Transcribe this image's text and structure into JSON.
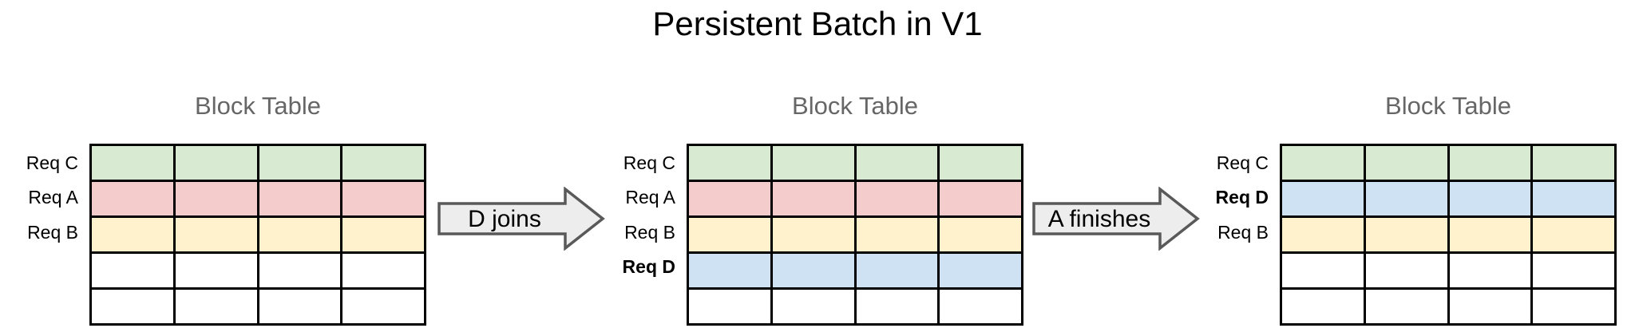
{
  "title": "Persistent Batch in V1",
  "colors": {
    "req_green": "#d9ead3",
    "req_red": "#f4cccc",
    "req_yellow": "#fff2cc",
    "req_blue": "#cfe2f3",
    "empty_cell": "#ffffff",
    "cell_border": "#000000",
    "table_heading_text": "#666666",
    "label_text": "#000000",
    "arrow_fill": "#ededed",
    "arrow_border": "#595959"
  },
  "tables": [
    {
      "title": "Block Table",
      "columns": 4,
      "rows": [
        {
          "label": "Req C",
          "bold": false,
          "color": "req_green"
        },
        {
          "label": "Req A",
          "bold": false,
          "color": "req_red"
        },
        {
          "label": "Req B",
          "bold": false,
          "color": "req_yellow"
        },
        {
          "label": "",
          "bold": false,
          "color": "empty_cell"
        },
        {
          "label": "",
          "bold": false,
          "color": "empty_cell"
        }
      ]
    },
    {
      "title": "Block Table",
      "columns": 4,
      "rows": [
        {
          "label": "Req C",
          "bold": false,
          "color": "req_green"
        },
        {
          "label": "Req A",
          "bold": false,
          "color": "req_red"
        },
        {
          "label": "Req B",
          "bold": false,
          "color": "req_yellow"
        },
        {
          "label": "Req D",
          "bold": true,
          "color": "req_blue"
        },
        {
          "label": "",
          "bold": false,
          "color": "empty_cell"
        }
      ]
    },
    {
      "title": "Block Table",
      "columns": 4,
      "rows": [
        {
          "label": "Req C",
          "bold": false,
          "color": "req_green"
        },
        {
          "label": "Req D",
          "bold": true,
          "color": "req_blue"
        },
        {
          "label": "Req B",
          "bold": false,
          "color": "req_yellow"
        },
        {
          "label": "",
          "bold": false,
          "color": "empty_cell"
        },
        {
          "label": "",
          "bold": false,
          "color": "empty_cell"
        }
      ]
    }
  ],
  "arrows": [
    {
      "label": "D joins"
    },
    {
      "label": "A finishes"
    }
  ]
}
